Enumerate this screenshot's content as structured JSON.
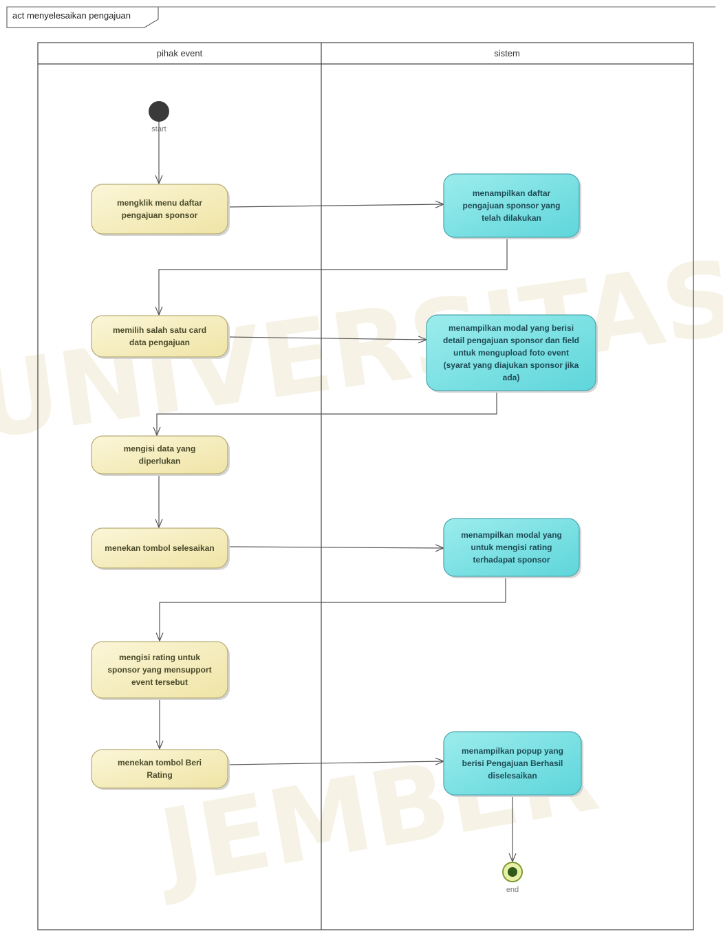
{
  "diagram": {
    "frame_title": "act menyelesaikan pengajuan",
    "lanes": [
      {
        "id": "left",
        "label": "pihak event"
      },
      {
        "id": "right",
        "label": "sistem"
      }
    ],
    "start_label": "start",
    "end_label": "end",
    "watermark": "UNIVERSITAS JEMBER",
    "activities": [
      {
        "lane": "left",
        "lines": [
          "mengklik menu daftar",
          "pengajuan sponsor"
        ]
      },
      {
        "lane": "right",
        "lines": [
          "menampilkan daftar",
          "pengajuan sponsor yang",
          "telah dilakukan"
        ]
      },
      {
        "lane": "left",
        "lines": [
          "memilih salah satu card",
          "data pengajuan"
        ]
      },
      {
        "lane": "right",
        "lines": [
          "menampilkan modal yang berisi",
          "detail pengajuan sponsor dan field",
          "untuk mengupload foto event",
          "(syarat yang diajukan sponsor jika",
          "ada)"
        ]
      },
      {
        "lane": "left",
        "lines": [
          "mengisi data yang",
          "diperlukan"
        ]
      },
      {
        "lane": "left",
        "lines": [
          "menekan tombol selesaikan"
        ]
      },
      {
        "lane": "right",
        "lines": [
          "menampilkan modal yang",
          "untuk mengisi rating",
          "terhadapat sponsor"
        ]
      },
      {
        "lane": "left",
        "lines": [
          "mengisi rating untuk",
          "sponsor yang mensupport",
          "event tersebut"
        ]
      },
      {
        "lane": "left",
        "lines": [
          "menekan tombol Beri",
          "Rating"
        ]
      },
      {
        "lane": "right",
        "lines": [
          "menampilkan popup yang",
          "berisi Pengajuan Berhasil",
          "diselesaikan"
        ]
      }
    ],
    "colors": {
      "actor_fill": "#f5eec0",
      "actor_stroke": "#b9ae78",
      "system_fill": "#7fe3e3",
      "system_stroke": "#4ea8b0",
      "line": "#555555"
    }
  }
}
